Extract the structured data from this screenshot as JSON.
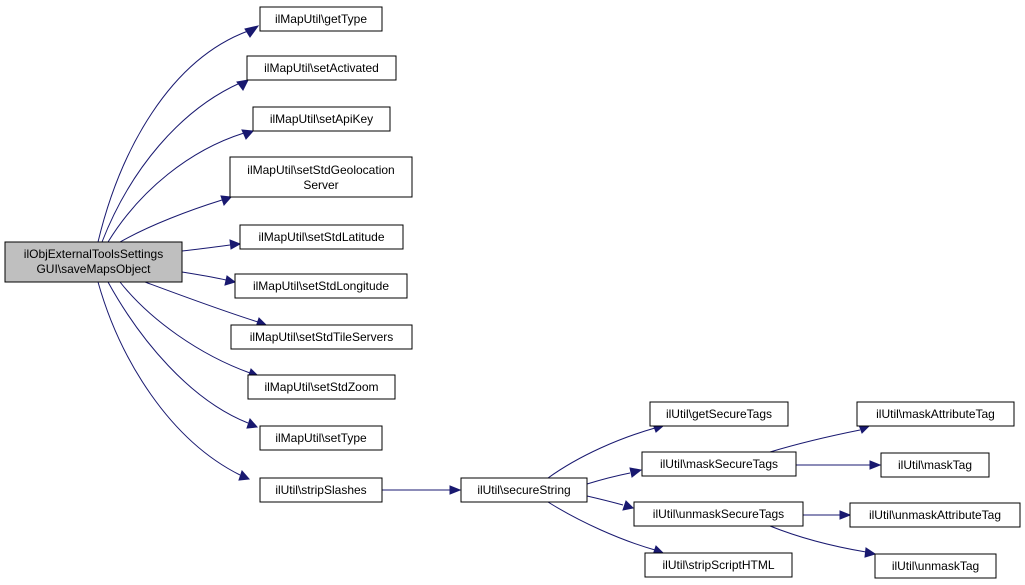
{
  "colors": {
    "edge": "#191970",
    "root_fill": "#bfbfbf",
    "node_fill": "#ffffff",
    "node_stroke": "#000000"
  },
  "nodes": {
    "root": {
      "lines": [
        "ilObjExternalToolsSettings",
        "GUI\\saveMapsObject"
      ]
    },
    "getType": {
      "lines": [
        "ilMapUtil\\getType"
      ]
    },
    "setActivated": {
      "lines": [
        "ilMapUtil\\setActivated"
      ]
    },
    "setApiKey": {
      "lines": [
        "ilMapUtil\\setApiKey"
      ]
    },
    "setStdGeolocationServer": {
      "lines": [
        "ilMapUtil\\setStdGeolocation",
        "Server"
      ]
    },
    "setStdLatitude": {
      "lines": [
        "ilMapUtil\\setStdLatitude"
      ]
    },
    "setStdLongitude": {
      "lines": [
        "ilMapUtil\\setStdLongitude"
      ]
    },
    "setStdTileServers": {
      "lines": [
        "ilMapUtil\\setStdTileServers"
      ]
    },
    "setStdZoom": {
      "lines": [
        "ilMapUtil\\setStdZoom"
      ]
    },
    "setType": {
      "lines": [
        "ilMapUtil\\setType"
      ]
    },
    "stripSlashes": {
      "lines": [
        "ilUtil\\stripSlashes"
      ]
    },
    "secureString": {
      "lines": [
        "ilUtil\\secureString"
      ]
    },
    "getSecureTags": {
      "lines": [
        "ilUtil\\getSecureTags"
      ]
    },
    "maskSecureTags": {
      "lines": [
        "ilUtil\\maskSecureTags"
      ]
    },
    "unmaskSecureTags": {
      "lines": [
        "ilUtil\\unmaskSecureTags"
      ]
    },
    "stripScriptHTML": {
      "lines": [
        "ilUtil\\stripScriptHTML"
      ]
    },
    "maskAttributeTag": {
      "lines": [
        "ilUtil\\maskAttributeTag"
      ]
    },
    "maskTag": {
      "lines": [
        "ilUtil\\maskTag"
      ]
    },
    "unmaskAttributeTag": {
      "lines": [
        "ilUtil\\unmaskAttributeTag"
      ]
    },
    "unmaskTag": {
      "lines": [
        "ilUtil\\unmaskTag"
      ]
    }
  },
  "edges": [
    [
      "root",
      "getType"
    ],
    [
      "root",
      "setActivated"
    ],
    [
      "root",
      "setApiKey"
    ],
    [
      "root",
      "setStdGeolocationServer"
    ],
    [
      "root",
      "setStdLatitude"
    ],
    [
      "root",
      "setStdLongitude"
    ],
    [
      "root",
      "setStdTileServers"
    ],
    [
      "root",
      "setStdZoom"
    ],
    [
      "root",
      "setType"
    ],
    [
      "root",
      "stripSlashes"
    ],
    [
      "stripSlashes",
      "secureString"
    ],
    [
      "secureString",
      "getSecureTags"
    ],
    [
      "secureString",
      "maskSecureTags"
    ],
    [
      "secureString",
      "unmaskSecureTags"
    ],
    [
      "secureString",
      "stripScriptHTML"
    ],
    [
      "maskSecureTags",
      "maskAttributeTag"
    ],
    [
      "maskSecureTags",
      "maskTag"
    ],
    [
      "unmaskSecureTags",
      "unmaskAttributeTag"
    ],
    [
      "unmaskSecureTags",
      "unmaskTag"
    ]
  ]
}
